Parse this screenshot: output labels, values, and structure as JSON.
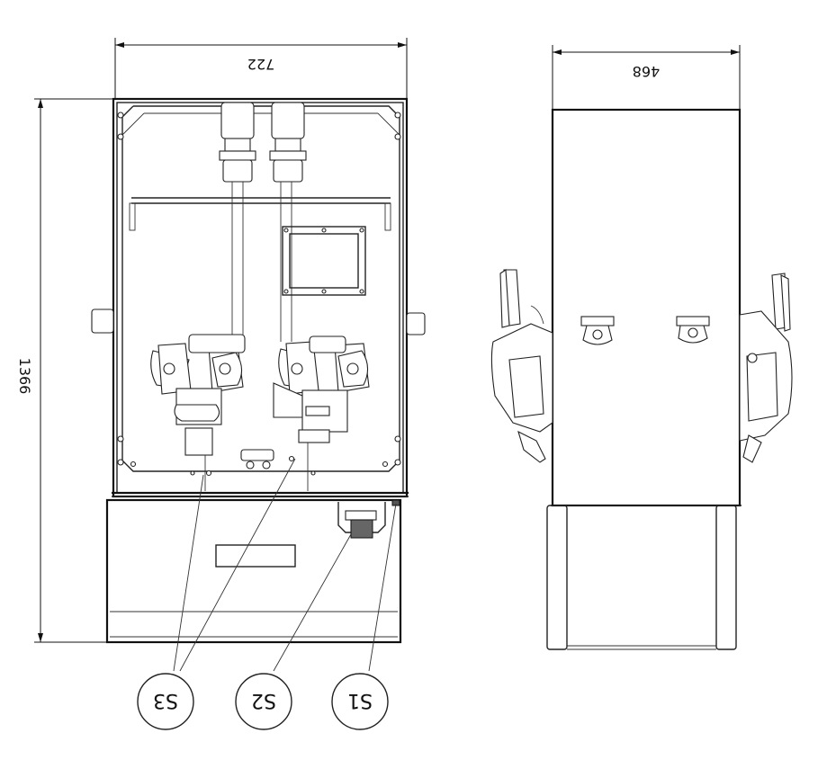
{
  "dimensions": {
    "front_width": "722",
    "front_height": "1366",
    "side_width": "468"
  },
  "callouts": [
    "S3",
    "S2",
    "S1"
  ]
}
